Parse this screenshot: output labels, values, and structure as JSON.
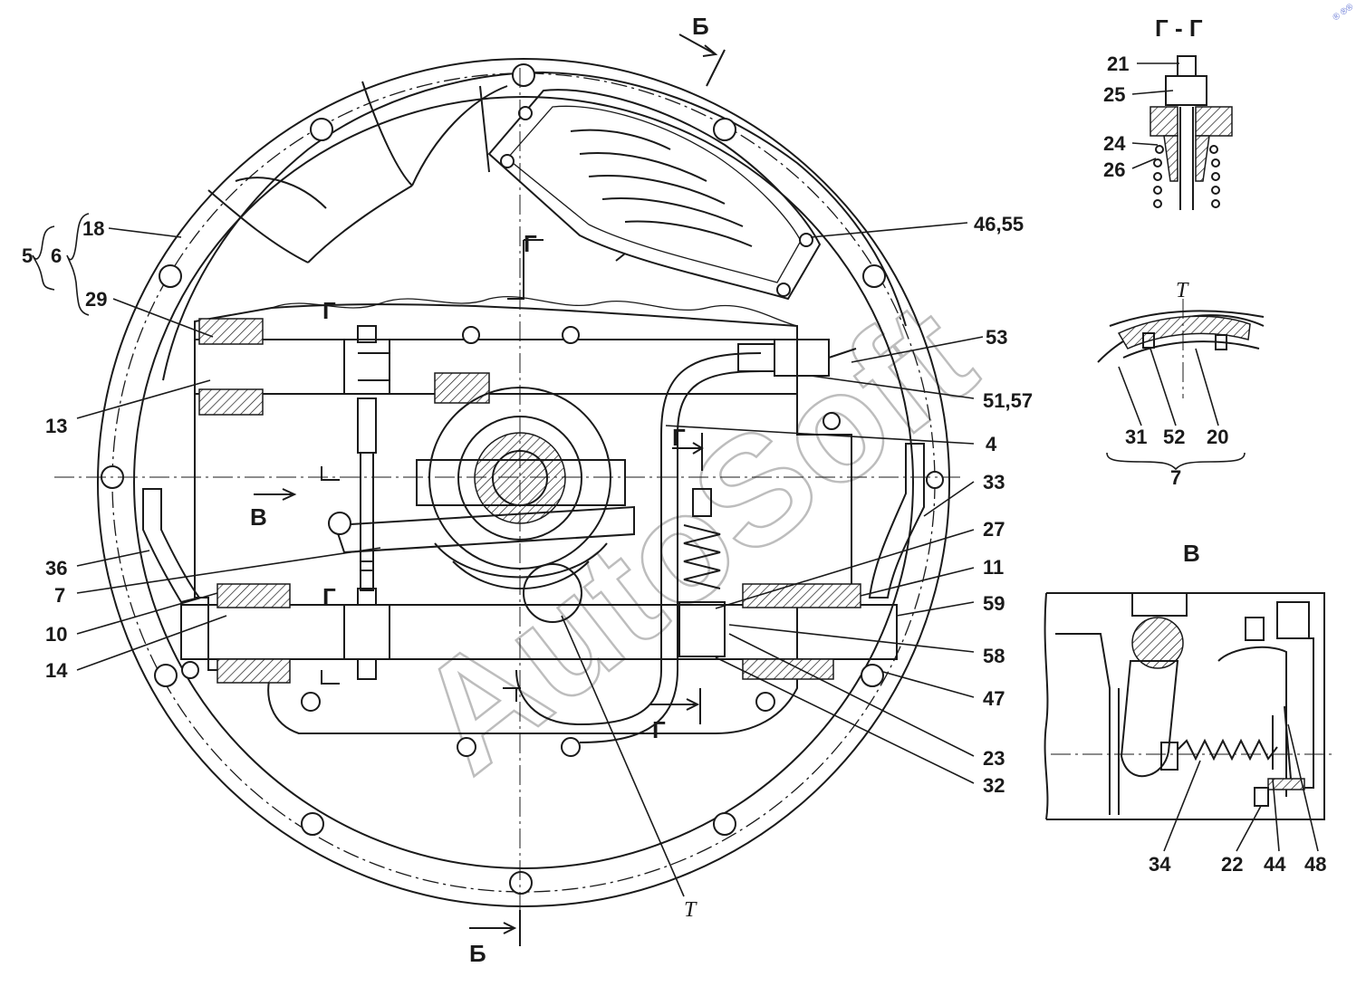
{
  "labels": {
    "l_5": "5",
    "l_6": "6",
    "l_18": "18",
    "l_29": "29",
    "l_13": "13",
    "l_36": "36",
    "l_7a": "7",
    "l_10": "10",
    "l_14": "14",
    "l_46_55": "46,55",
    "l_53": "53",
    "l_51_57": "51,57",
    "l_4": "4",
    "l_33": "33",
    "l_27": "27",
    "l_11": "11",
    "l_59": "59",
    "l_58": "58",
    "l_47": "47",
    "l_23": "23",
    "l_32": "32",
    "l_21": "21",
    "l_25": "25",
    "l_24": "24",
    "l_26": "26",
    "l_31": "31",
    "l_52": "52",
    "l_20": "20",
    "l_7b": "7",
    "l_34": "34",
    "l_22": "22",
    "l_44": "44",
    "l_48": "48"
  },
  "section_marks": {
    "b_top": "Б",
    "b_bottom": "Б",
    "v_arrow": "В",
    "g_top": "Г",
    "g_mid": "Г",
    "g_low": "Г",
    "g_arrow1": "Г",
    "g_arrow2": "Г"
  },
  "view_titles": {
    "section_gg": "Г - Г",
    "detail_t": "Т",
    "view_v": "В"
  },
  "callout_t": "Т",
  "watermark": "AutoSoft",
  "corner_mark": "® ®®"
}
